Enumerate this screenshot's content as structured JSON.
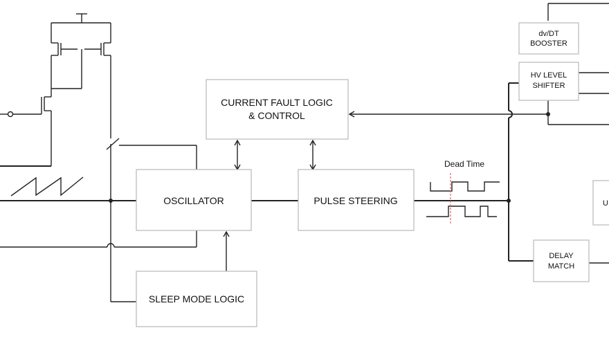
{
  "blocks": {
    "current_fault": {
      "line1": "CURRENT FAULT LOGIC",
      "line2": "& CONTROL"
    },
    "oscillator": {
      "label": "OSCILLATOR"
    },
    "pulse_steering": {
      "label": "PULSE STEERING"
    },
    "sleep_mode": {
      "label": "SLEEP MODE LOGIC"
    },
    "dvdt_booster": {
      "line1": "dv/DT",
      "line2": "BOOSTER"
    },
    "hv_level_shifter": {
      "line1": "HV LEVEL",
      "line2": "SHIFTER"
    },
    "delay_match": {
      "line1": "DELAY",
      "line2": "MATCH"
    },
    "partial_right": {
      "label": "U"
    }
  },
  "annotations": {
    "dead_time": "Dead Time"
  },
  "colors": {
    "dead_time_marker": "#e06666",
    "block_border": "#bdbdbd",
    "wire": "#222222"
  }
}
